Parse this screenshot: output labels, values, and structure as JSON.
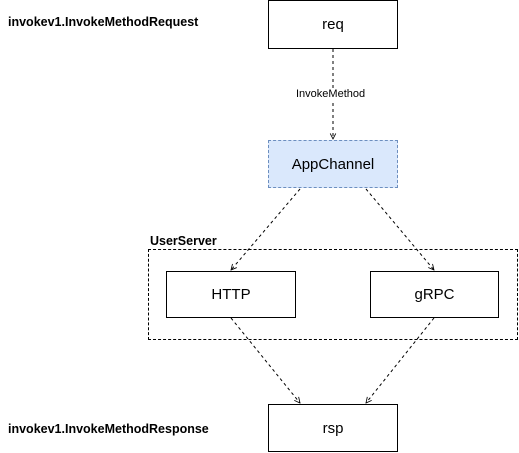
{
  "labels": {
    "request_type": "invokev1.InvokeMethodRequest",
    "response_type": "invokev1.InvokeMethodResponse",
    "group": "UserServer",
    "edge": "InvokeMethod"
  },
  "nodes": {
    "req": "req",
    "appchannel": "AppChannel",
    "http": "HTTP",
    "grpc": "gRPC",
    "rsp": "rsp"
  },
  "colors": {
    "appchannel_fill": "#dae8fc",
    "appchannel_stroke": "#6c8ebf",
    "line": "#000000"
  }
}
